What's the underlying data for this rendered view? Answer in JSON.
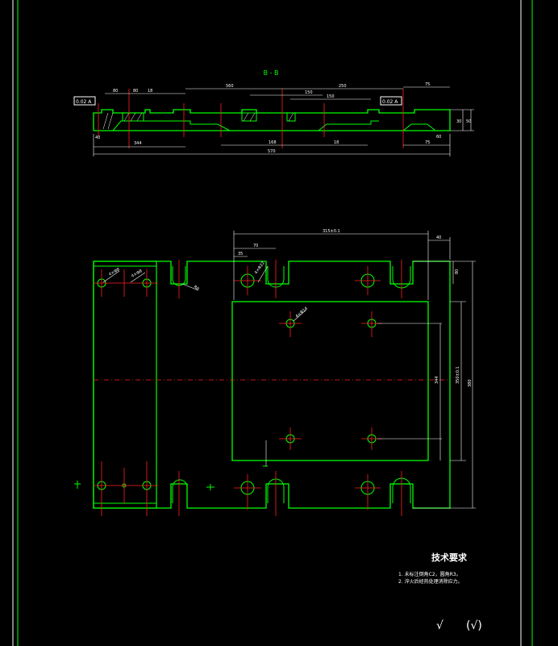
{
  "section_label": "B - B",
  "section_view": {
    "dims_top": [
      "80",
      "80",
      "18",
      "560",
      "250",
      "150",
      "150",
      "75"
    ],
    "dims_bottom": [
      "40",
      "344",
      "168",
      "18",
      "75",
      "60"
    ],
    "total_width": "570",
    "heights": [
      "30",
      "50"
    ],
    "tolerance_box_left": "0.02 A",
    "tolerance_box_right": "0.02 A"
  },
  "plan_view": {
    "top_dim": "315±0.1",
    "sub_dims": [
      "70",
      "35"
    ],
    "right_dims": [
      "80",
      "350±0.1",
      "380",
      "344"
    ],
    "right_small_dim": "40",
    "hole_labels": [
      "4×Φ8",
      "4×Φ8",
      "R8",
      "4×Φ22",
      "4×Φ14"
    ]
  },
  "notes": {
    "title": "技术要求",
    "items": [
      "1. 未标注倒角C2，圆角R3。",
      "2. 淬火后经热处理消除应力。"
    ]
  },
  "roughness": {
    "symbol": "√",
    "paren": "(√)"
  }
}
